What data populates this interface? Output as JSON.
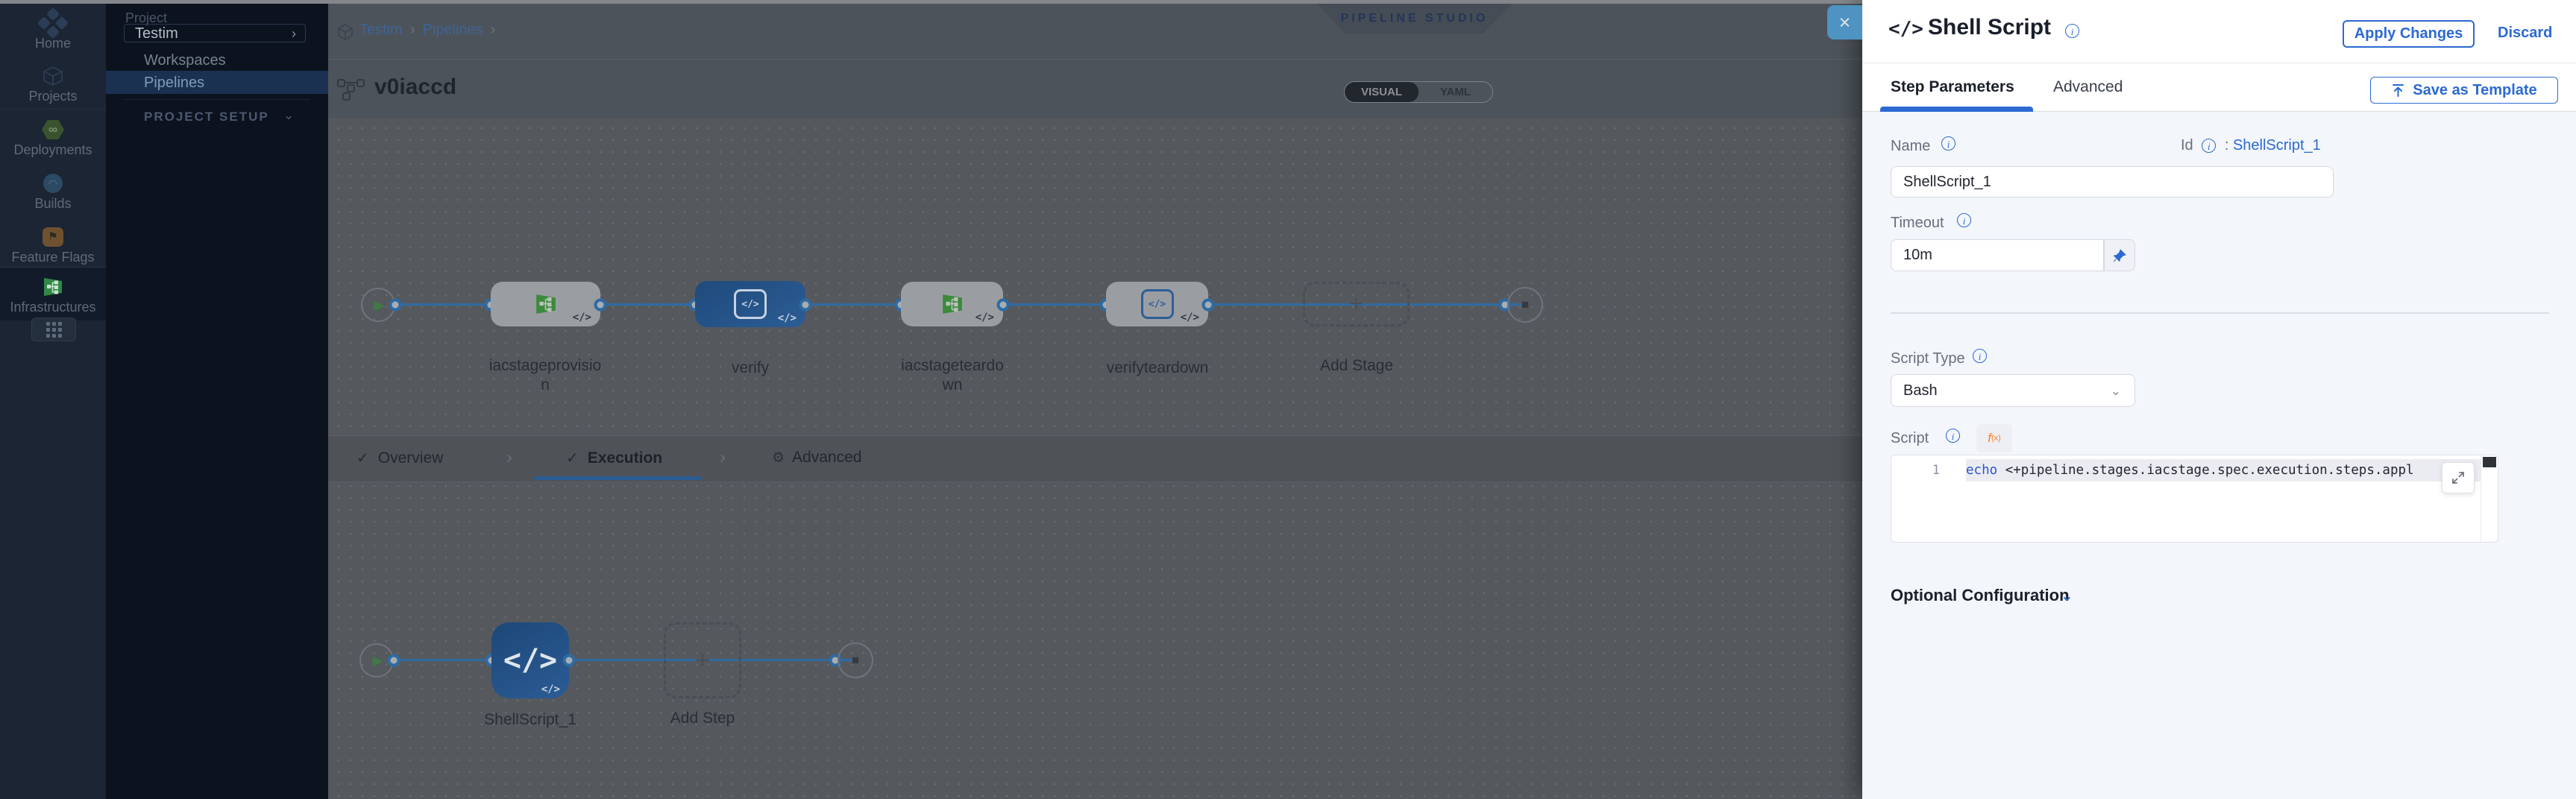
{
  "icons": {
    "close": "×",
    "play": "▶",
    "stop": "■",
    "plus": "+",
    "check": "✓",
    "chevron_right": "›",
    "chevron_down": "⌄",
    "pencil": "✎",
    "infinity": "∞",
    "gear": "⚙",
    "flag": "⚑",
    "code": "</>",
    "info": "i",
    "fx": "f"
  },
  "nav_rail": {
    "items": [
      {
        "label": "Home"
      },
      {
        "label": "Projects"
      },
      {
        "label": "Deployments"
      },
      {
        "label": "Builds"
      },
      {
        "label": "Feature Flags"
      },
      {
        "label": "Infrastructures"
      }
    ]
  },
  "project_panel": {
    "project_label": "Project",
    "project_name": "Testim",
    "workspaces": "Workspaces",
    "pipelines": "Pipelines",
    "section_label": "PROJECT SETUP"
  },
  "topbar": {
    "breadcrumb": {
      "item1": "Testim",
      "item2": "Pipelines"
    },
    "studio_badge": "PIPELINE STUDIO"
  },
  "title_row": {
    "pipeline_name": "v0iaccd",
    "toggle": {
      "visual": "VISUAL",
      "yaml": "YAML"
    }
  },
  "stage_graph": {
    "stages": [
      {
        "label_line1": "iacstageprovisio",
        "label_line2": "n",
        "type": "iacm"
      },
      {
        "label_line1": "verify",
        "label_line2": "",
        "type": "custom",
        "selected": true
      },
      {
        "label_line1": "iacstageteardo",
        "label_line2": "wn",
        "type": "iacm"
      },
      {
        "label_line1": "verifyteardown",
        "label_line2": "",
        "type": "custom"
      }
    ],
    "add_stage_label": "Add Stage"
  },
  "stage_tabs": {
    "overview": "Overview",
    "execution": "Execution",
    "advanced": "Advanced"
  },
  "execution_graph": {
    "step_label": "ShellScript_1",
    "add_step_label": "Add Step"
  },
  "drawer": {
    "title": "Shell Script",
    "apply_label": "Apply Changes",
    "discard_label": "Discard",
    "tabs": {
      "step_parameters": "Step Parameters",
      "advanced": "Advanced"
    },
    "save_as_template_label": "Save as Template",
    "fields": {
      "name": {
        "label": "Name",
        "value": "ShellScript_1"
      },
      "id": {
        "label": "Id",
        "separator": ":",
        "value": "ShellScript_1"
      },
      "timeout": {
        "label": "Timeout",
        "value": "10m"
      },
      "script_type": {
        "label": "Script Type",
        "value": "Bash"
      },
      "script": {
        "label": "Script",
        "line_number": "1",
        "code_keyword": "echo",
        "code_rest": " <+pipeline.stages.iacstage.spec.execution.steps.appl"
      }
    },
    "optional_configuration_label": "Optional Configuration"
  },
  "colors": {
    "accent_blue": "#2b6ad2",
    "connector_blue": "#2e6ba3",
    "selected_card_blue": "#2b5d95",
    "drawer_close_blue": "#4e93c1",
    "iacm_green": "#3c8a3d",
    "code_keyword_blue": "#2a55d4",
    "orange_fx": "#ff7b26"
  }
}
